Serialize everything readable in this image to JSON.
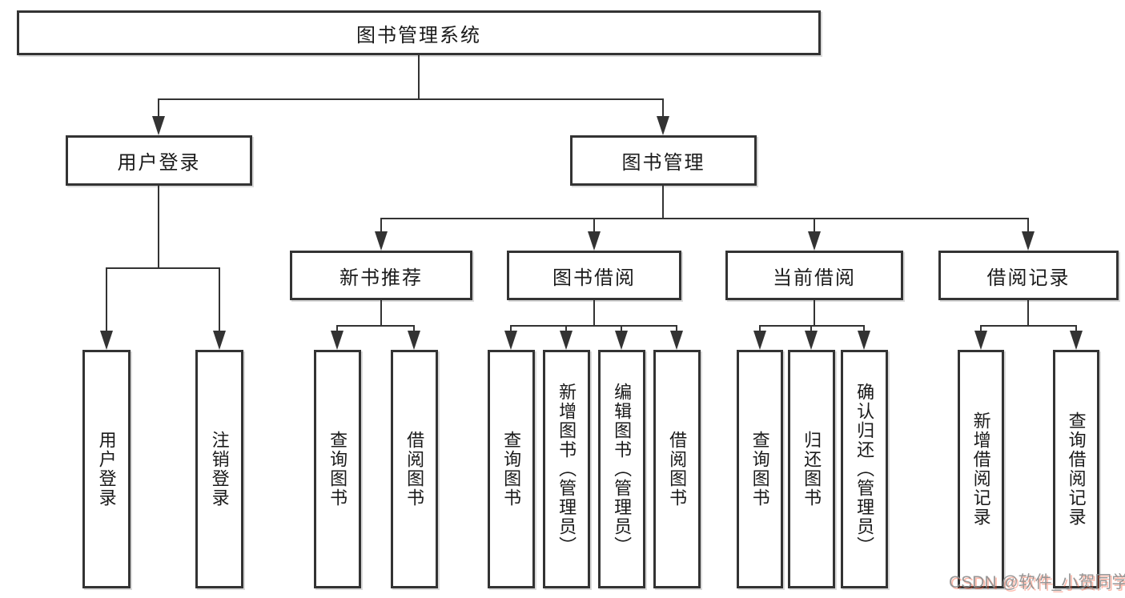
{
  "diagram": {
    "root": {
      "label": "图书管理系统"
    },
    "branches": [
      {
        "label": "用户登录",
        "children": [
          "用户登录",
          "注销登录"
        ]
      },
      {
        "label": "图书管理",
        "groups": [
          {
            "label": "新书推荐",
            "children": [
              "查询图书",
              "借阅图书"
            ]
          },
          {
            "label": "图书借阅",
            "children": [
              "查询图书",
              "新增图书（管理员）",
              "编辑图书（管理员）",
              "借阅图书"
            ]
          },
          {
            "label": "当前借阅",
            "children": [
              "查询图书",
              "归还图书",
              "确认归还（管理员）"
            ]
          },
          {
            "label": "借阅记录",
            "children": [
              "新增借阅记录",
              "查询借阅记录"
            ]
          }
        ]
      }
    ]
  },
  "watermark": {
    "text": "CSDN @软件_小贺同学"
  },
  "colors": {
    "line": "#333333",
    "text": "#1a1a1a",
    "background": "#ffffff",
    "watermark_gray": "#8c8c8c",
    "watermark_accent": "#fc5531"
  }
}
